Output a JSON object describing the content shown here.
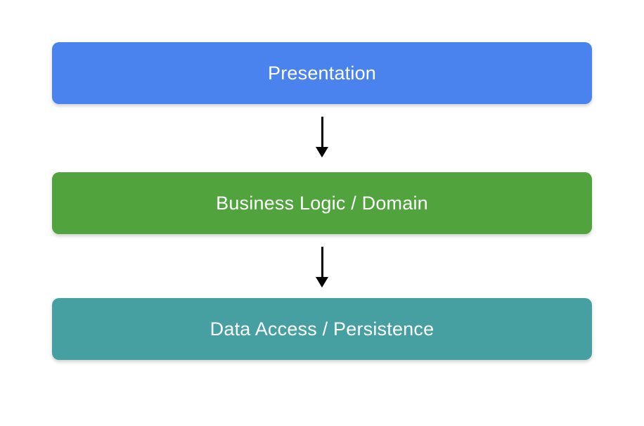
{
  "diagram": {
    "background_color": "#ffffff",
    "text_color": "#ffffff",
    "arrow_color": "#000000",
    "layers": [
      {
        "label": "Presentation",
        "color": "#4a82ee"
      },
      {
        "label": "Business Logic / Domain",
        "color": "#51a33e"
      },
      {
        "label": "Data Access / Persistence",
        "color": "#46a0a1"
      }
    ]
  }
}
